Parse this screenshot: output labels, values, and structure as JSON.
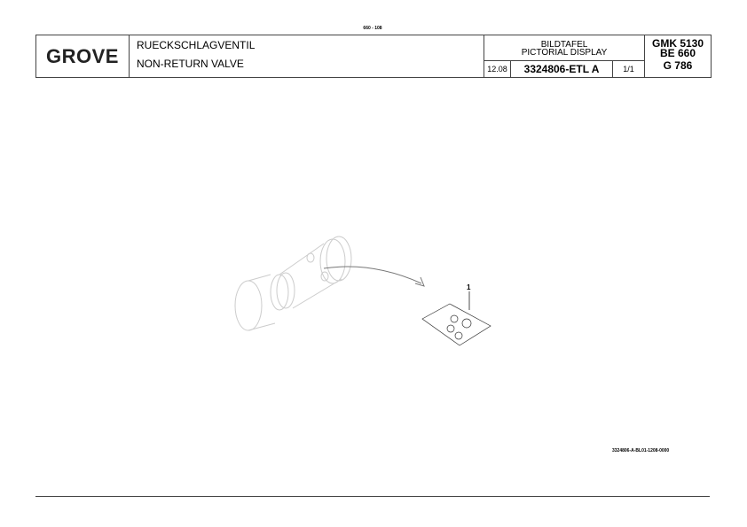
{
  "page_number": "660 - 108",
  "header": {
    "logo": "GROVE",
    "title_de": "RUECKSCHLAGVENTIL",
    "title_en": "NON-RETURN VALVE",
    "display_de": "BILDTAFEL",
    "display_en": "PICTORIAL DISPLAY",
    "date": "12.08",
    "part_number": "3324806-ETL A",
    "sheet": "1/1",
    "model_1": "GMK 5130",
    "model_2": "BE 660",
    "model_3": "G 786"
  },
  "drawing": {
    "callout": "1"
  },
  "footer_code": "3324806-A-BL01-1208-0000"
}
